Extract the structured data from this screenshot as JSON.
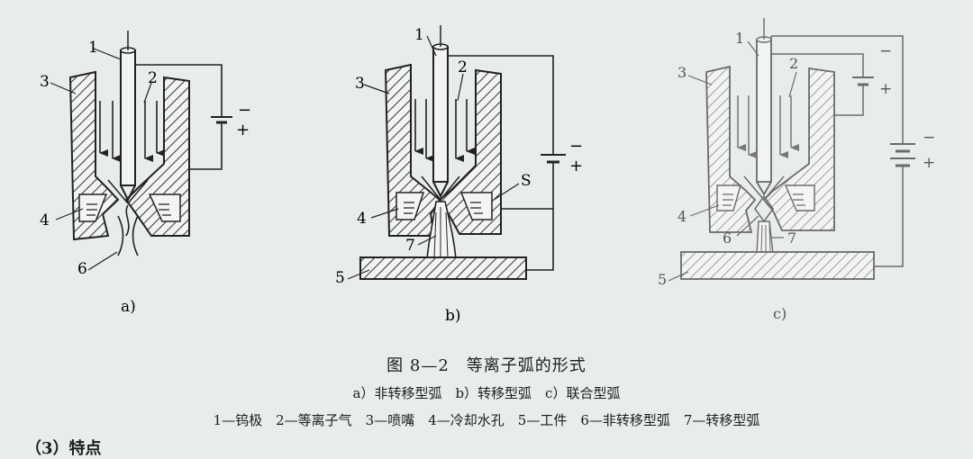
{
  "labels": {
    "a1": "1",
    "a2": "2",
    "a3": "3",
    "a4": "4",
    "a6": "6",
    "b1": "1",
    "b2": "2",
    "b3": "3",
    "b4": "4",
    "b5": "5",
    "b7": "7",
    "bS": "S",
    "c1": "1",
    "c2": "2",
    "c3": "3",
    "c4": "4",
    "c5": "5",
    "c6": "6",
    "c7": "7",
    "minus": "−",
    "plus": "+"
  },
  "panels": {
    "a": "a)",
    "b": "b)",
    "c": "c)"
  },
  "caption": {
    "title": "图 8—2　等离子弧的形式",
    "subtitle": "a）非转移型弧　b）转移型弧　c）联合型弧",
    "legend": "1—钨极　2—等离子气　3—喷嘴　4—冷却水孔　5—工件　6—非转移型弧　7—转移型弧"
  },
  "bottom_text": "（3）特点"
}
